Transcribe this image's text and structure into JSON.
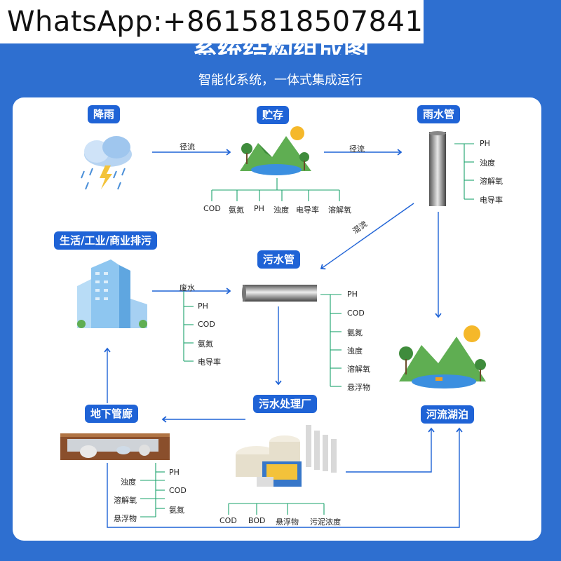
{
  "watermark": "WhatsApp:+8615818507841",
  "title": "系统结构组成图",
  "subtitle": "智能化系统，一体式集成运行",
  "nodes": {
    "rain": "降雨",
    "storage": "贮存",
    "rain_pipe": "雨水管",
    "discharge": "生活/工业/商业排污",
    "sewage_pipe": "污水管",
    "treatment_plant": "污水处理厂",
    "underground": "地下管廊",
    "rivers": "河流湖泊"
  },
  "flows": {
    "runoff_1": "径流",
    "runoff_2": "径流",
    "mixed": "混流",
    "wastewater": "废水"
  },
  "params": {
    "storage": [
      "COD",
      "氨氮",
      "PH",
      "浊度",
      "电导率",
      "溶解氧"
    ],
    "rain_pipe": [
      "PH",
      "浊度",
      "溶解氧",
      "电导率"
    ],
    "discharge": [
      "PH",
      "COD",
      "氨氮",
      "电导率"
    ],
    "sewage_pipe": [
      "PH",
      "COD",
      "氨氮",
      "浊度",
      "溶解氧",
      "悬浮物"
    ],
    "underground_left": [
      "浊度",
      "溶解氧",
      "悬浮物"
    ],
    "underground_right": [
      "PH",
      "COD",
      "氨氮"
    ],
    "treatment": [
      "COD",
      "BOD",
      "悬浮物",
      "污泥浓度"
    ]
  },
  "icons": [
    "rain-cloud-icon",
    "landscape-icon",
    "rain-pipe-icon",
    "building-icon",
    "sewage-pipe-icon",
    "treatment-plant-icon",
    "underground-tunnel-icon"
  ]
}
